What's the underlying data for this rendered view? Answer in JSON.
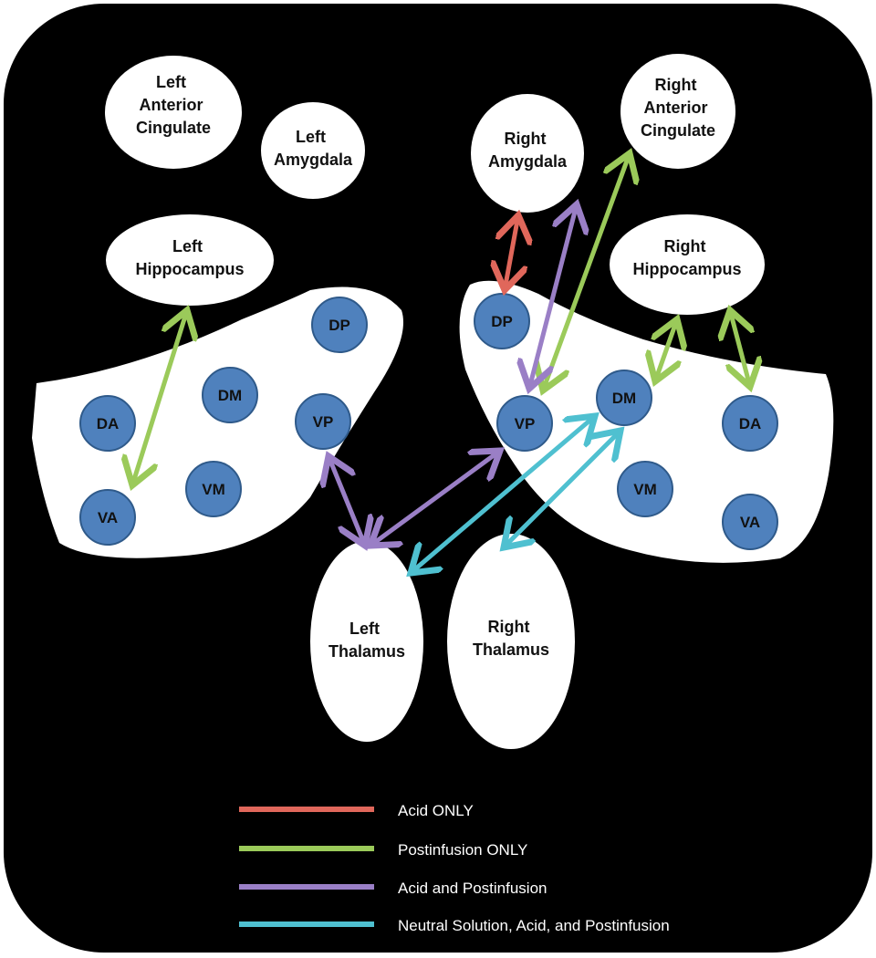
{
  "colors": {
    "background": "#000000",
    "nucleus": "#4f81bd",
    "region": "#ffffff",
    "acid_only": "#e0675b",
    "postinfusion_only": "#9bca5a",
    "acid_and_postinfusion": "#9a7fc6",
    "neutral_acid_postinfusion": "#4fc0d0"
  },
  "regions": {
    "left_anterior_cingulate": [
      "Left",
      "Anterior",
      "Cingulate"
    ],
    "left_amygdala": [
      "Left",
      "Amygdala"
    ],
    "left_hippocampus": [
      "Left",
      "Hippocampus"
    ],
    "right_amygdala": [
      "Right",
      "Amygdala"
    ],
    "right_anterior_cingulate": [
      "Right",
      "Anterior",
      "Cingulate"
    ],
    "right_hippocampus": [
      "Right",
      "Hippocampus"
    ],
    "left_thalamus": [
      "Left",
      "Thalamus"
    ],
    "right_thalamus": [
      "Right",
      "Thalamus"
    ]
  },
  "nuclei": {
    "left_dp": "DP",
    "left_dm": "DM",
    "left_vp": "VP",
    "left_da": "DA",
    "left_vm": "VM",
    "left_va": "VA",
    "right_dp": "DP",
    "right_vp": "VP",
    "right_dm": "DM",
    "right_da": "DA",
    "right_vm": "VM",
    "right_va": "VA"
  },
  "legend": [
    {
      "key": "acid_only",
      "label": "Acid ONLY",
      "color": "#e0675b"
    },
    {
      "key": "postinfusion_only",
      "label": "Postinfusion ONLY",
      "color": "#9bca5a"
    },
    {
      "key": "acid_and_postinfusion",
      "label": "Acid and Postinfusion",
      "color": "#9a7fc6"
    },
    {
      "key": "neutral_acid_postinfusion",
      "label": "Neutral Solution, Acid, and Postinfusion",
      "color": "#4fc0d0"
    }
  ]
}
